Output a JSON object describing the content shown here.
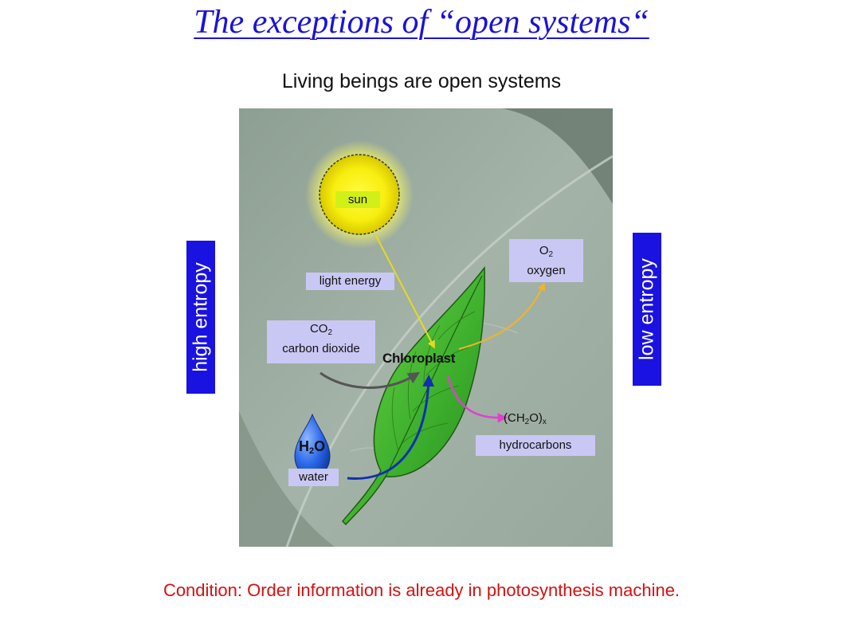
{
  "title": "The exceptions of “open systems“",
  "subtitle": "Living beings are open systems",
  "condition": "Condition: Order information is already in photosynthesis machine.",
  "left_bar": "high entropy",
  "right_bar": "low entropy",
  "diagram": {
    "sun": "sun",
    "light_energy": "light energy",
    "co2_formula": [
      "CO",
      "2"
    ],
    "co2_name": "carbon dioxide",
    "o2_formula": [
      "O",
      "2"
    ],
    "o2_name": "oxygen",
    "chloroplast": "Chloroplast",
    "ch2o_formula": [
      "(CH",
      "2",
      "O)",
      "x"
    ],
    "ch2o_name": "hydrocarbons",
    "h2o_formula": [
      "H",
      "2",
      "O"
    ],
    "water": "water"
  },
  "colors": {
    "title": "#1a12d8",
    "condition": "#d41010",
    "bars": "#1a12e0",
    "label_bg": "#c9c8f4",
    "arrow_light": "#e8d820",
    "arrow_co2": "#555555",
    "arrow_o2": "#f2b428",
    "arrow_ch2o": "#e040d0",
    "arrow_water": "#1030b0"
  }
}
